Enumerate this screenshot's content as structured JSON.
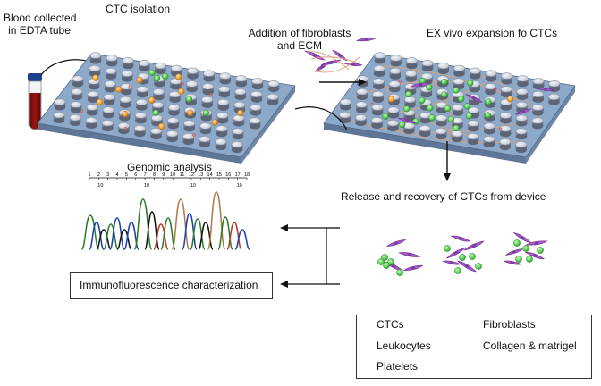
{
  "labels": {
    "blood_collected": "Blood collected",
    "in_edta_tube": "in EDTA tube",
    "ctc_isolation": "CTC isolation",
    "addition_line1": "Addition of fibroblasts",
    "addition_line2": "and ECM",
    "ex_vivo": "EX vivo expansion fo CTCs",
    "release": "Release and recovery of CTCs from device",
    "genomic": "Genomic analysis",
    "immuno": "Immunofluorescence characterization"
  },
  "sequence_ruler": {
    "top": [
      "1",
      "2",
      "3",
      "4",
      "5",
      "6",
      "7",
      "8",
      "9",
      "10",
      "11",
      "12",
      "13",
      "14",
      "15",
      "16",
      "17",
      "18"
    ],
    "bottom": [
      "10",
      "10",
      "10",
      "10"
    ]
  },
  "legend": {
    "ctcs": "CTCs",
    "fibroblasts": "Fibroblasts",
    "leukocytes": "Leukocytes",
    "collagen": "Collagen & matrigel",
    "platelets": "Platelets"
  },
  "colors": {
    "ctc_green": "#5fd35a",
    "leukocyte_orange": "#f2a23a",
    "fibroblast_purple": "#a45cc4",
    "collagen": "#d9a07a",
    "platelet_red": "#d9534f",
    "device_blue": "#8da9c9",
    "blood_red": "#8b1010",
    "tube_cap": "#1f3f8f"
  }
}
